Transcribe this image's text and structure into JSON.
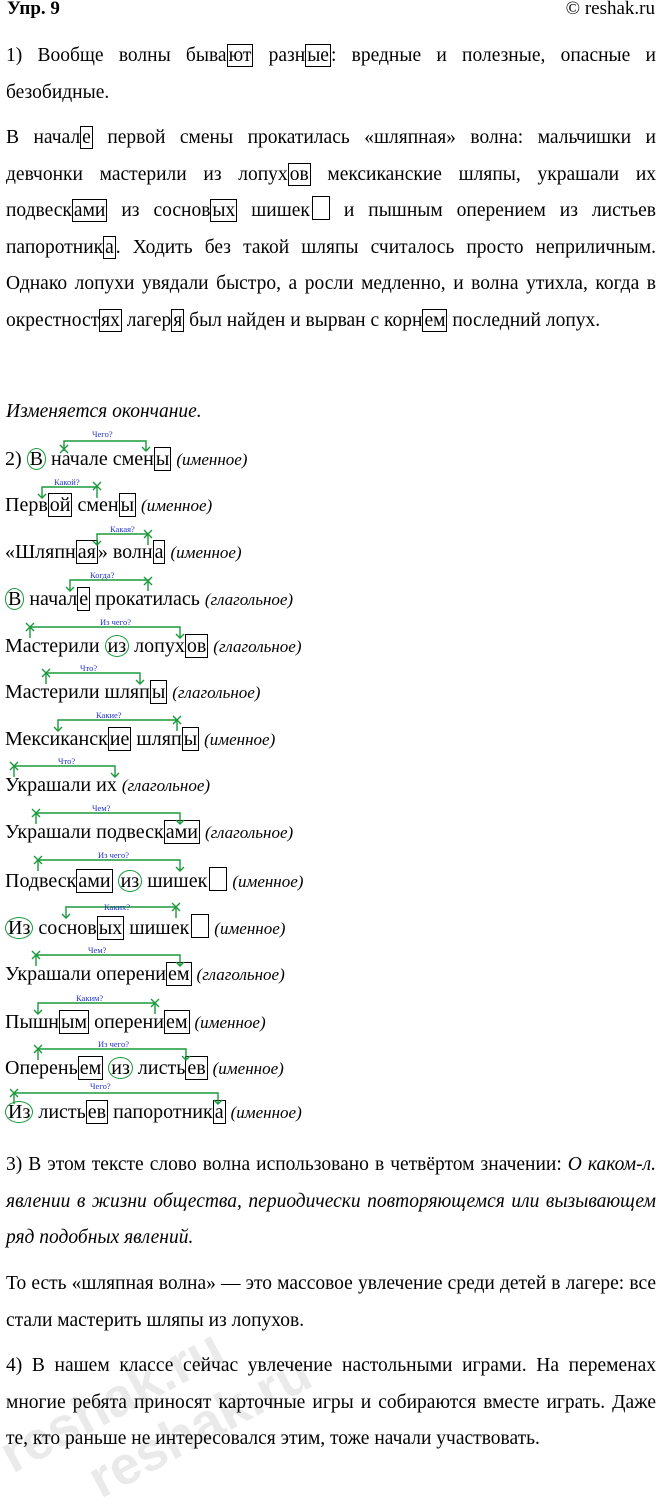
{
  "header": {
    "exercise": "Упр. 9",
    "site": "© reshak.ru"
  },
  "p1": "1) Вообще волны бывают разные: вредные и полезные, опасные и безобидные.",
  "p2": "В начале первой смены прокатилась «шляпная» волна: мальчишки и девчонки мастерили из лопухов мексиканские шляпы, украшали их подвесками из сосновых шишек и пышным оперением из листьев папоротника. Ходить без такой шляпы считалось просто неприличным. Однако лопухи увядали быстро, а росли медленно, и волна утихла, когда в окрестностях лагеря был найден и вырван с корнем последний лопух.",
  "p_change": "Изменяется окончание.",
  "phrases": [
    {
      "prefix": "2) ",
      "parts": [
        "В",
        " начале смен",
        "ы"
      ],
      "type": "(именное)",
      "q": "Чего?"
    },
    {
      "parts": [
        "Перв",
        "ой",
        " смен",
        "ы"
      ],
      "type": "(именное)",
      "q": "Какой?"
    },
    {
      "parts": [
        " «Шляпн",
        "ая",
        "» волн",
        "а"
      ],
      "type": "(именное)",
      "q": "Какая?"
    },
    {
      "parts": [
        "В",
        " начал",
        "е",
        " прокатилась"
      ],
      "type": "(глагольное)",
      "q": "Когда?"
    },
    {
      "parts": [
        "Мастерили ",
        "из",
        " лопух",
        "ов"
      ],
      "type": "(глагольное)",
      "q": "Из чего?"
    },
    {
      "parts": [
        "Мастерили шляп",
        "ы"
      ],
      "type": "(глагольное)",
      "q": "Что?"
    },
    {
      "parts": [
        "Мексиканск",
        "ие",
        " шляп",
        "ы"
      ],
      "type": "(именное)",
      "q": "Какие?"
    },
    {
      "parts": [
        "Украшали их"
      ],
      "type": "(глагольное)",
      "q": "Что?"
    },
    {
      "parts": [
        "Украшали подвеск",
        "ами"
      ],
      "type": "(глагольное)",
      "q": "Чем?"
    },
    {
      "parts": [
        "Подвеск",
        "ами",
        " ",
        "из",
        " шишек"
      ],
      "type": "(именное)",
      "q": "Из чего?"
    },
    {
      "parts": [
        "Из",
        " соснов",
        "ых",
        " шишек"
      ],
      "type": "(именное)",
      "q": "Каких?"
    },
    {
      "parts": [
        "Украшали оперени",
        "ем"
      ],
      "type": "(глагольное)",
      "q": "Чем?"
    },
    {
      "parts": [
        "Пышн",
        "ым",
        " оперени",
        "ем"
      ],
      "type": "(именное)",
      "q": "Каким?"
    },
    {
      "parts": [
        "Оперень",
        "ем",
        " ",
        "из",
        " листь",
        "ев"
      ],
      "type": "(именное)",
      "q": "Из чего?"
    },
    {
      "parts": [
        "Из",
        " листь",
        "ев",
        " папоротник",
        "а"
      ],
      "type": "(именное)",
      "q": "Чего?"
    }
  ],
  "p3a": "3) В этом тексте слово волна использовано в четвёртом значении: ",
  "p3b": "О каком-л. явлении в жизни общества, периодически повторяющемся или вызывающем ряд подобных явлений.",
  "p3c": "То есть «шляпная волна» — это массовое увлечение среди детей в лагере: все стали мастерить шляпы из лопухов.",
  "p4": "4) В нашем классе сейчас увлечение настольными играми. На переменах многие ребята приносят карточные игры и собираются вместе играть. Даже те, кто раньше не интересовался этим, тоже начали участвовать.",
  "watermark": "reshak.ru",
  "colors": {
    "green": "#1a9a3a",
    "blue": "#2233cc"
  }
}
